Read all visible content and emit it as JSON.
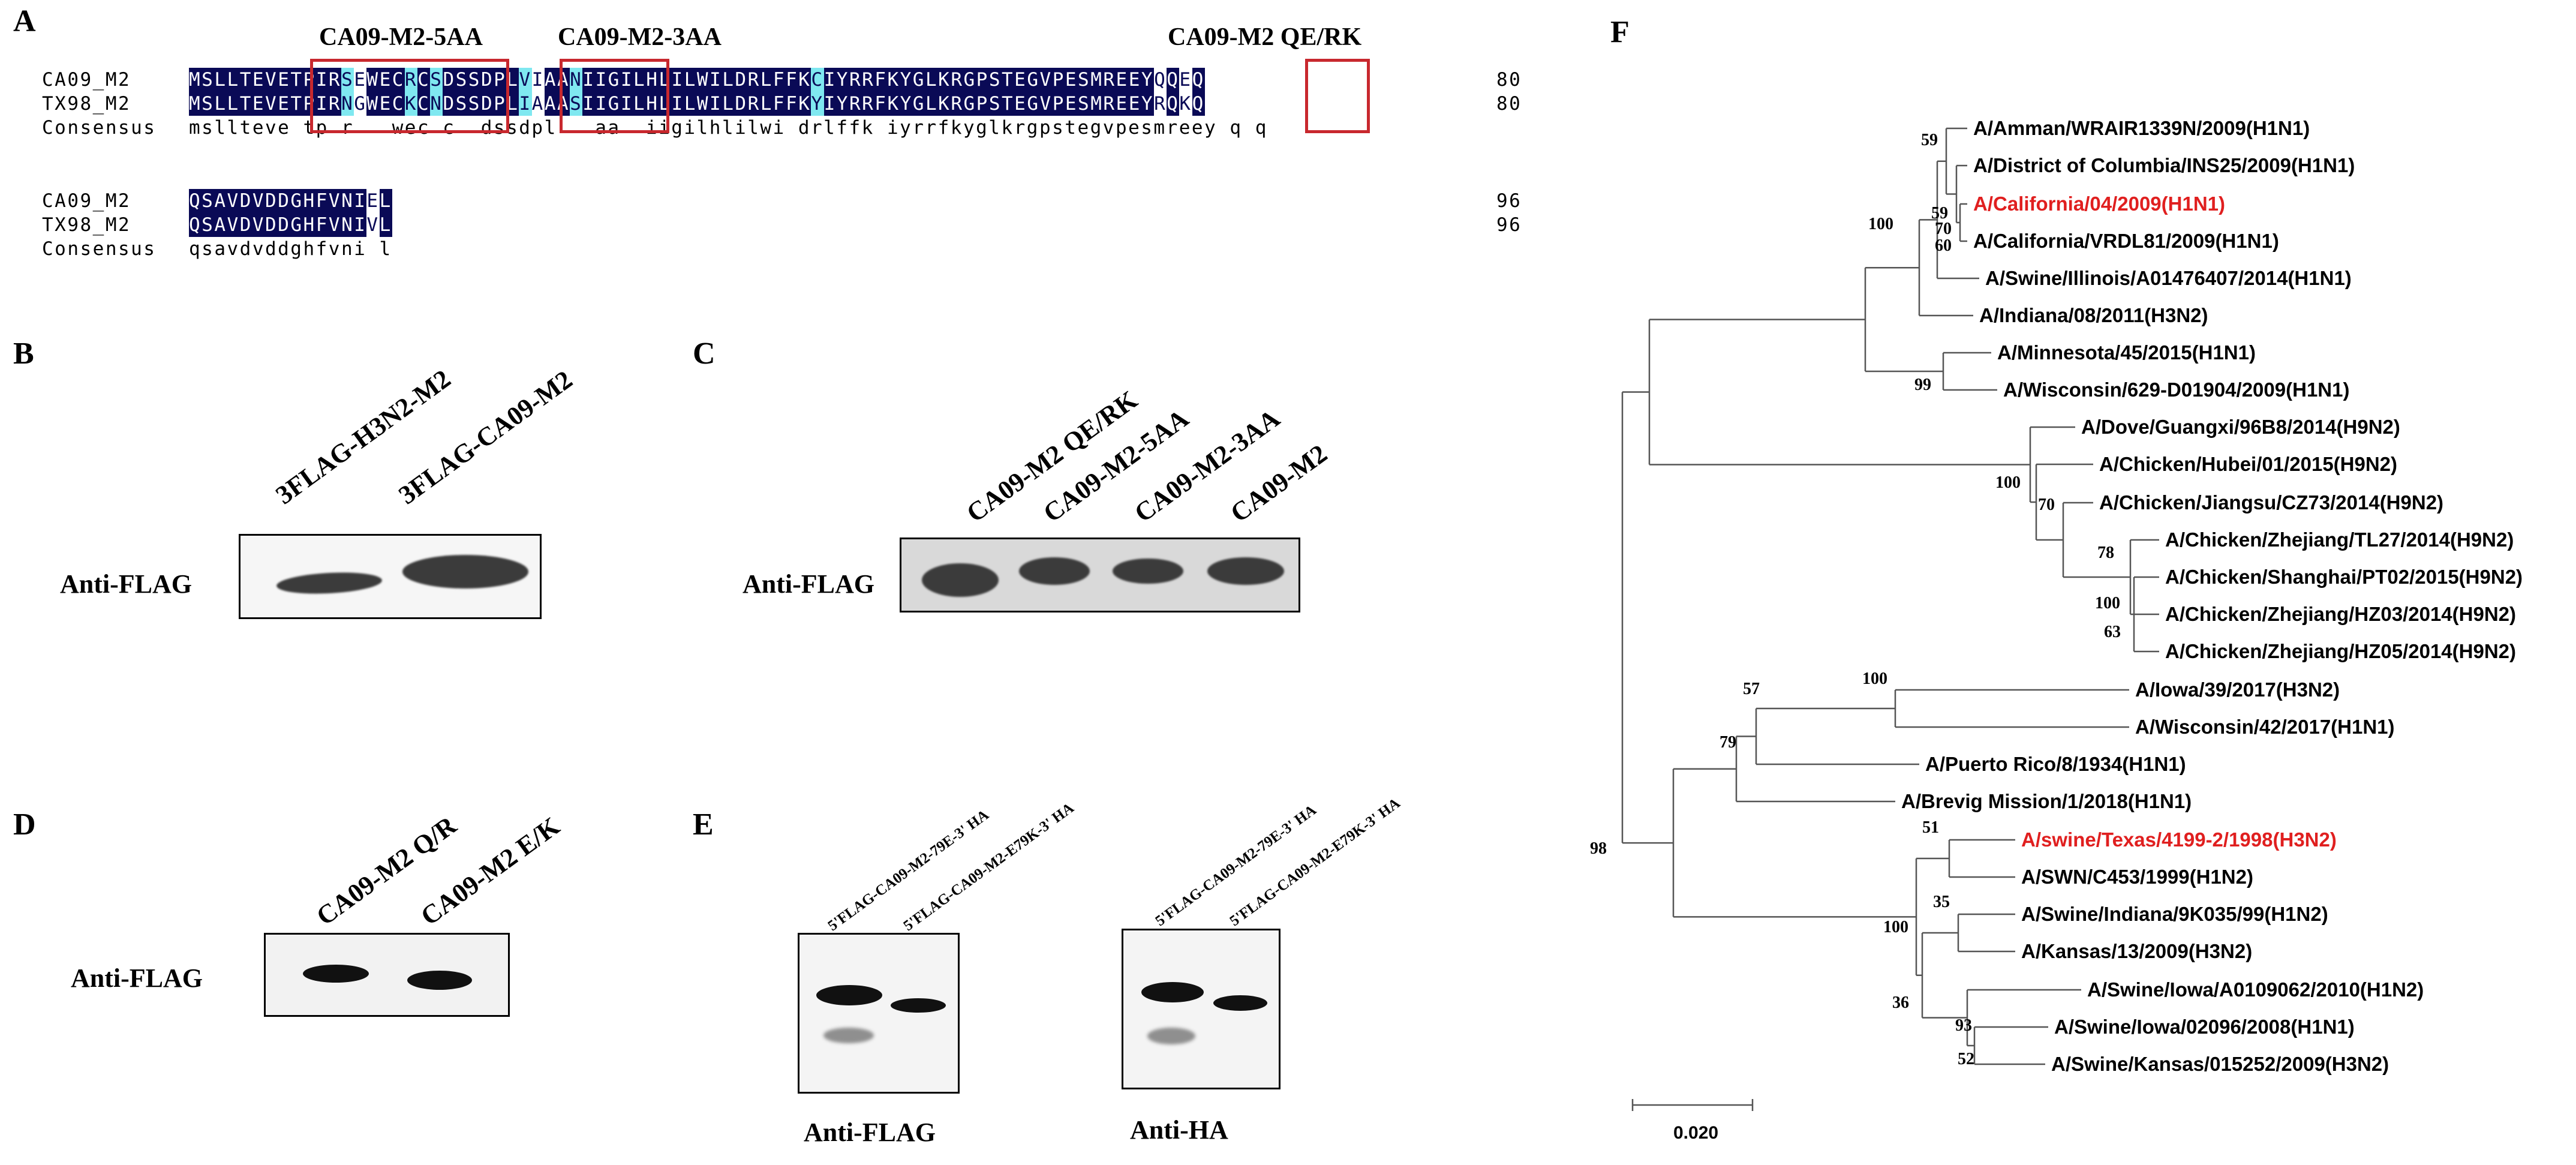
{
  "panels": {
    "A": "A",
    "B": "B",
    "C": "C",
    "D": "D",
    "E": "E",
    "F": "F"
  },
  "alignment": {
    "region_titles": [
      "CA09-M2-5AA",
      "CA09-M2-3AA",
      "CA09-M2 QE/RK"
    ],
    "block1": {
      "rows": [
        {
          "name": "CA09_M2",
          "sequence": "MSLLTEVETPIRSEWECRCSDSSDPLVIAANIIGILHLILWILDRLFFKCIYRRFKYGLKRGPSTEGVPESMREEYQQEQ",
          "end": "80"
        },
        {
          "name": "TX98_M2",
          "sequence": "MSLLTEVETPIRNGWECKCNDSSDPLIAAASIIGILHLILWILDRLFFKYIYRRFKYGLKRGPSTEGVPESMREEYRQKQ",
          "end": "80"
        },
        {
          "name": "Consensus",
          "sequence": "msllteve tp r   wec c  dssdpl   aa  iigilhlilwi drlffk iyrrfkyglkrgpstegvpesmreey q q",
          "end": ""
        }
      ]
    },
    "block2": {
      "rows": [
        {
          "name": "CA09_M2",
          "sequence": "QSAVDVDDGHFVNIEL",
          "end": "96"
        },
        {
          "name": "TX98_M2",
          "sequence": "QSAVDVDDGHFVNIVL",
          "end": "96"
        },
        {
          "name": "Consensus",
          "sequence": "qsavdvddghfvni l",
          "end": ""
        }
      ]
    }
  },
  "blot_B": {
    "lanes": [
      "3FLAG-H3N2-M2",
      "3FLAG-CA09-M2"
    ],
    "antibody": "Anti-FLAG"
  },
  "blot_C": {
    "lanes": [
      "CA09-M2 QE/RK",
      "CA09-M2-5AA",
      "CA09-M2-3AA",
      "CA09-M2"
    ],
    "antibody": "Anti-FLAG"
  },
  "blot_D": {
    "lanes": [
      "CA09-M2 Q/R",
      "CA09-M2 E/K"
    ],
    "antibody": "Anti-FLAG"
  },
  "blot_E": {
    "left": {
      "lanes": [
        "5'FLAG-CA09-M2-79E-3' HA",
        "5'FLAG-CA09-M2-E79K-3' HA"
      ],
      "antibody": "Anti-FLAG"
    },
    "right": {
      "lanes": [
        "5'FLAG-CA09-M2-79E-3' HA",
        "5'FLAG-CA09-M2-E79K-3' HA"
      ],
      "antibody": "Anti-HA"
    }
  },
  "tree": {
    "taxa": [
      {
        "name": "A/Amman/WRAIR1339N/2009(H1N1)",
        "highlight": false
      },
      {
        "name": "A/District of Columbia/INS25/2009(H1N1)",
        "highlight": false
      },
      {
        "name": "A/California/04/2009(H1N1)",
        "highlight": true
      },
      {
        "name": "A/California/VRDL81/2009(H1N1)",
        "highlight": false
      },
      {
        "name": "A/Swine/Illinois/A01476407/2014(H1N1)",
        "highlight": false
      },
      {
        "name": "A/Indiana/08/2011(H3N2)",
        "highlight": false
      },
      {
        "name": "A/Minnesota/45/2015(H1N1)",
        "highlight": false
      },
      {
        "name": "A/Wisconsin/629-D01904/2009(H1N1)",
        "highlight": false
      },
      {
        "name": "A/Dove/Guangxi/96B8/2014(H9N2)",
        "highlight": false
      },
      {
        "name": "A/Chicken/Hubei/01/2015(H9N2)",
        "highlight": false
      },
      {
        "name": "A/Chicken/Jiangsu/CZ73/2014(H9N2)",
        "highlight": false
      },
      {
        "name": "A/Chicken/Zhejiang/TL27/2014(H9N2)",
        "highlight": false
      },
      {
        "name": "A/Chicken/Shanghai/PT02/2015(H9N2)",
        "highlight": false
      },
      {
        "name": "A/Chicken/Zhejiang/HZ03/2014(H9N2)",
        "highlight": false
      },
      {
        "name": "A/Chicken/Zhejiang/HZ05/2014(H9N2)",
        "highlight": false
      },
      {
        "name": "A/Iowa/39/2017(H3N2)",
        "highlight": false
      },
      {
        "name": "A/Wisconsin/42/2017(H1N1)",
        "highlight": false
      },
      {
        "name": "A/Puerto Rico/8/1934(H1N1)",
        "highlight": false
      },
      {
        "name": "A/Brevig Mission/1/2018(H1N1)",
        "highlight": false
      },
      {
        "name": "A/swine/Texas/4199-2/1998(H3N2)",
        "highlight": true
      },
      {
        "name": "A/SWN/C453/1999(H1N2)",
        "highlight": false
      },
      {
        "name": "A/Swine/Indiana/9K035/99(H1N2)",
        "highlight": false
      },
      {
        "name": "A/Kansas/13/2009(H3N2)",
        "highlight": false
      },
      {
        "name": "A/Swine/Iowa/A0109062/2010(H1N2)",
        "highlight": false
      },
      {
        "name": "A/Swine/Iowa/02096/2008(H1N1)",
        "highlight": false
      },
      {
        "name": "A/Swine/Kansas/015252/2009(H3N2)",
        "highlight": false
      }
    ],
    "bootstrap": [
      "59",
      "59",
      "70",
      "60",
      "100",
      "99",
      "100",
      "70",
      "78",
      "100",
      "63",
      "100",
      "57",
      "79",
      "98",
      "51",
      "35",
      "100",
      "36",
      "93",
      "52"
    ],
    "scale_bar": "0.020",
    "colors": {
      "highlight": "#e01f1f",
      "line": "#555555"
    }
  },
  "colors": {
    "identical_bg": "#0a0a56",
    "similar_bg": "#7fe8f0",
    "box": "#c8282e"
  }
}
